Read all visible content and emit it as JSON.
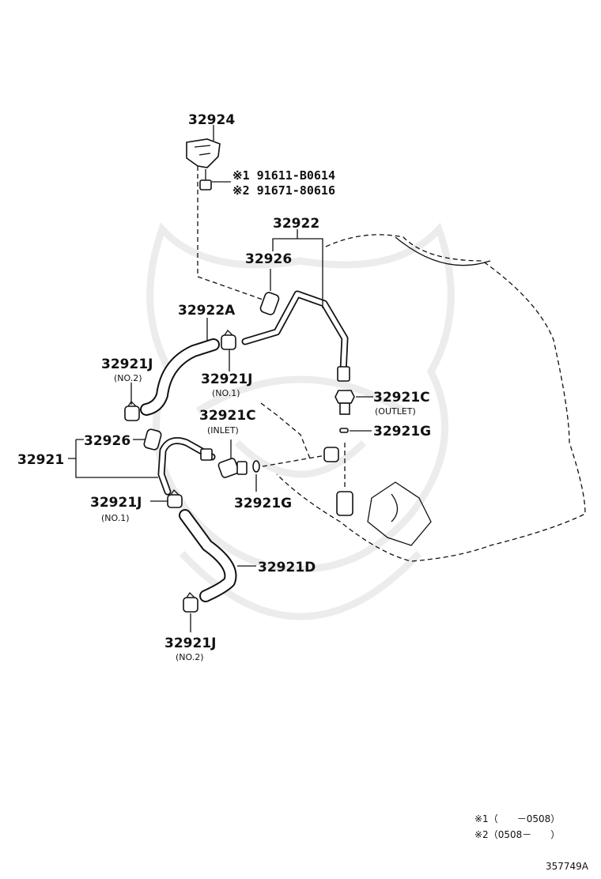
{
  "diagram": {
    "labels": {
      "bracket": "32924",
      "bolt1": "※1 91611-B0614",
      "bolt2": "※2 91671-80616",
      "tube_assy": "32922",
      "hose_short_top": "32926",
      "hose_a": "32922A",
      "clamp_no2_top": "32921J",
      "clamp_no2_top_note": "(NO.2)",
      "clamp_no1_top": "32921J",
      "clamp_no1_top_note": "(NO.1)",
      "union_outlet": "32921C",
      "union_outlet_note": "(OUTLET)",
      "union_inlet": "32921C",
      "union_inlet_note": "(INLET)",
      "gasket_right": "32921G",
      "gasket_center": "32921G",
      "tube_assy_lower": "32921",
      "hose_short_mid": "32926",
      "clamp_no1_mid": "32921J",
      "clamp_no1_mid_note": "(NO.1)",
      "hose_d": "32921D",
      "clamp_no2_bottom": "32921J",
      "clamp_no2_bottom_note": "(NO.2)"
    },
    "footnotes": {
      "note1": "※1（　　－0508）",
      "note2": "※2（0508－　　）"
    },
    "figure_id": "357749A"
  }
}
